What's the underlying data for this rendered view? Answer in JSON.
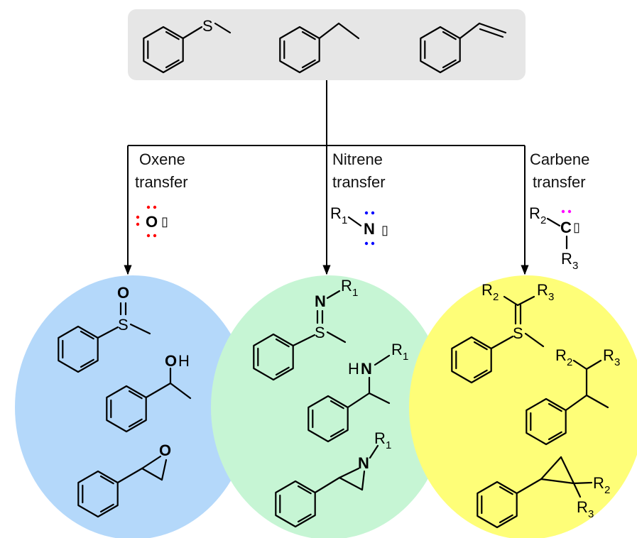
{
  "colors": {
    "oxygen": "#ff0000",
    "nitrogen": "#0000ff",
    "carbon_carbene": "#ff00ff",
    "substrate_box": "#e6e6e6",
    "oxene_ellipse": "#b4d8fa",
    "nitrene_ellipse": "#c6f5d4",
    "carbene_ellipse": "#fefe78"
  },
  "substrates": [
    {
      "name": "thioanisole",
      "hetero": "S"
    },
    {
      "name": "ethylbenzene"
    },
    {
      "name": "styrene"
    }
  ],
  "pathways": [
    {
      "line1": "Oxene",
      "line2": "transfer",
      "reagent_atom": "O",
      "reagent_glyph": "▯"
    },
    {
      "line1": "Nitrene",
      "line2": "transfer",
      "reagent_sub_r": "R",
      "reagent_sub_n": "1",
      "reagent_atom": "N",
      "reagent_glyph": "▯"
    },
    {
      "line1": "Carbene",
      "line2": "transfer",
      "reagent_atom": "C",
      "reagent_glyph": "▯",
      "reagent_r2": "R",
      "reagent_r2_n": "2",
      "reagent_r3": "R",
      "reagent_r3_n": "3"
    }
  ],
  "atoms": {
    "S": "S",
    "O": "O",
    "OH_H": "H",
    "N": "N",
    "HN_H": "H",
    "R": "R",
    "n1": "1",
    "n2": "2",
    "n3": "3"
  }
}
